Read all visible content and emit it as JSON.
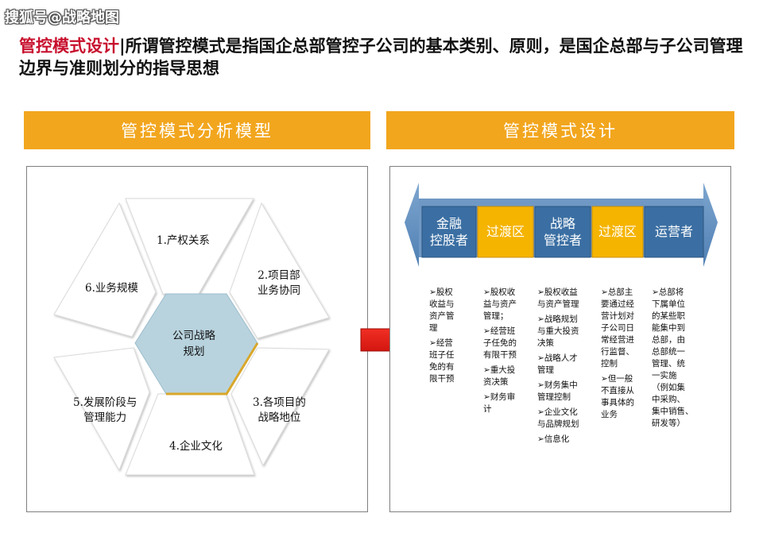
{
  "watermark": "搜狐号@战略地图",
  "heading": {
    "accent": "管控模式设计",
    "rest": "|所谓管控模式是指国企总部管控子公司的基本类别、原则，是国企总部与子公司管理边界与准则划分的指导思想"
  },
  "left_panel": {
    "title": "管控模式分析模型",
    "center": [
      "公司战略",
      "规划"
    ],
    "segments": [
      {
        "id": "1",
        "lines": [
          "1.产权关系"
        ]
      },
      {
        "id": "2",
        "lines": [
          "2.项目部",
          "业务协同"
        ]
      },
      {
        "id": "3",
        "lines": [
          "3.各项目的",
          "战略地位"
        ]
      },
      {
        "id": "4",
        "lines": [
          "4.企业文化"
        ]
      },
      {
        "id": "5",
        "lines": [
          "5.发展阶段与",
          "管理能力"
        ]
      },
      {
        "id": "6",
        "lines": [
          "6.业务规模"
        ]
      }
    ]
  },
  "right_panel": {
    "title": "管控模式设计",
    "bands": [
      {
        "lines": [
          "金融",
          "控股者"
        ],
        "kind": "blue"
      },
      {
        "lines": [
          "过渡区"
        ],
        "kind": "gold"
      },
      {
        "lines": [
          "战略",
          "管控者"
        ],
        "kind": "blue"
      },
      {
        "lines": [
          "过渡区"
        ],
        "kind": "gold"
      },
      {
        "lines": [
          "运营者"
        ],
        "kind": "blue"
      }
    ],
    "columns": [
      {
        "items": [
          [
            "股权",
            "收益与",
            "资产管",
            "理"
          ],
          [
            "经营",
            "班子任",
            "免的有",
            "限干预"
          ]
        ]
      },
      {
        "items": [
          [
            "股权收",
            "益与资产",
            "管理；"
          ],
          [
            "经营班",
            "子任免的",
            "有限干预"
          ],
          [
            "重大投",
            "资决策"
          ],
          [
            "财务审",
            "计"
          ]
        ]
      },
      {
        "items": [
          [
            "股权收益",
            "与资产管理"
          ],
          [
            "战略规划",
            "与重大投资",
            "决策"
          ],
          [
            "战略人才",
            "管理"
          ],
          [
            "财务集中",
            "管理控制"
          ],
          [
            "企业文化",
            "与品牌规划"
          ],
          [
            "信息化"
          ]
        ]
      },
      {
        "items": [
          [
            "总部主",
            "要通过经",
            "营计划对",
            "子公司日",
            "常经营进",
            "行监督、",
            "控制"
          ],
          [
            "但一般",
            "不直接从",
            "事具体的",
            "业务"
          ]
        ]
      },
      {
        "items": [
          [
            "总部将",
            "下属单位",
            "的某些职",
            "能集中到",
            "总部，由",
            "总部统一",
            "管理、统",
            "一实施",
            "（例如集",
            "中采购、",
            "集中销售、",
            "研发等）"
          ]
        ]
      }
    ],
    "bullet_mark": "➢"
  },
  "colors": {
    "accent_red": "#c8102e",
    "bar_orange": "#f2a61e",
    "band_blue": "#3b6fa3",
    "band_gold": "#f5b400",
    "center_fill": "#b8d3de",
    "arrow_red": "#e8120c"
  }
}
